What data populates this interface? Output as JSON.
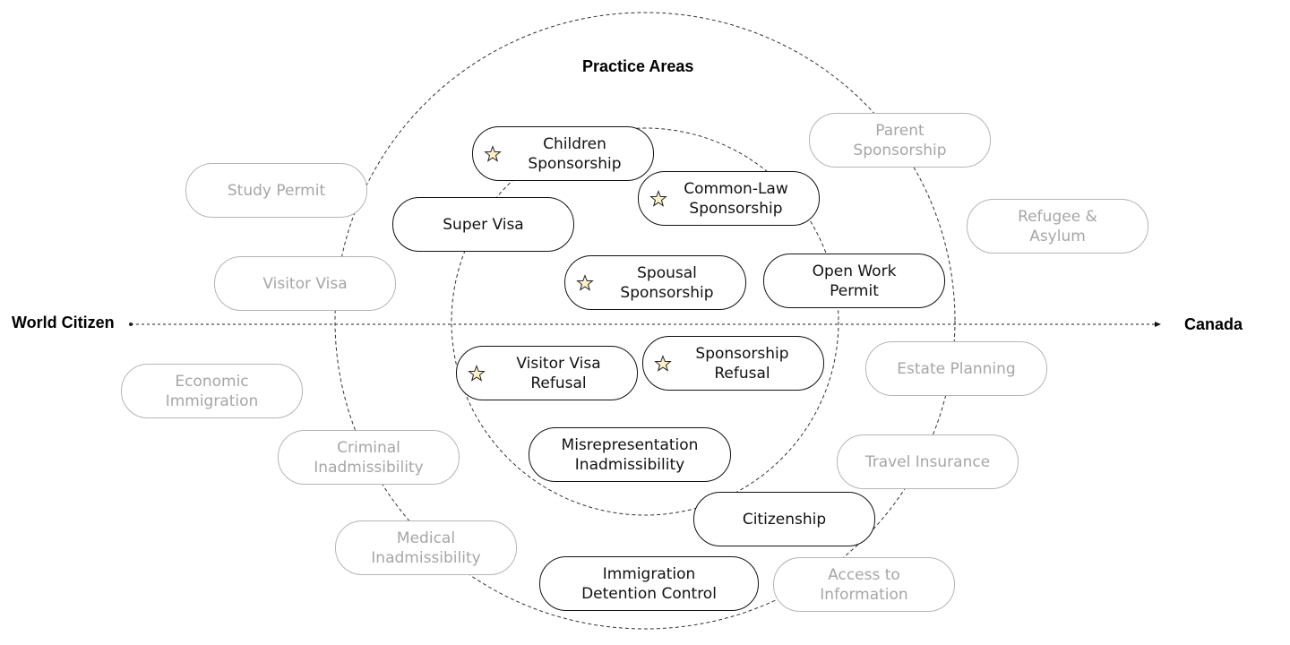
{
  "title": "Practice Areas",
  "axis": {
    "left_label": "World Citizen",
    "right_label": "Canada"
  },
  "colors": {
    "active_border": "#111111",
    "muted_border": "#b5b5b5",
    "muted_text": "#a6a6a6",
    "star_fill": "#fdf1c9"
  },
  "active_items": [
    {
      "label": "Children\nSponsorship",
      "starred": true
    },
    {
      "label": "Common-Law\nSponsorship",
      "starred": true
    },
    {
      "label": "Super Visa",
      "starred": false
    },
    {
      "label": "Spousal\nSponsorship",
      "starred": true
    },
    {
      "label": "Open Work\nPermit",
      "starred": false
    },
    {
      "label": "Visitor Visa\nRefusal",
      "starred": true
    },
    {
      "label": "Sponsorship\nRefusal",
      "starred": true
    },
    {
      "label": "Misrepresentation\nInadmissibility",
      "starred": false
    },
    {
      "label": "Citizenship",
      "starred": false
    },
    {
      "label": "Immigration\nDetention Control",
      "starred": false
    }
  ],
  "muted_items": [
    {
      "label": "Parent\nSponsorship"
    },
    {
      "label": "Study Permit"
    },
    {
      "label": "Refugee &\nAsylum"
    },
    {
      "label": "Visitor Visa"
    },
    {
      "label": "Economic\nImmigration"
    },
    {
      "label": "Estate Planning"
    },
    {
      "label": "Criminal\nInadmissibility"
    },
    {
      "label": "Travel Insurance"
    },
    {
      "label": "Medical\nInadmissibility"
    },
    {
      "label": "Access to\nInformation"
    }
  ]
}
